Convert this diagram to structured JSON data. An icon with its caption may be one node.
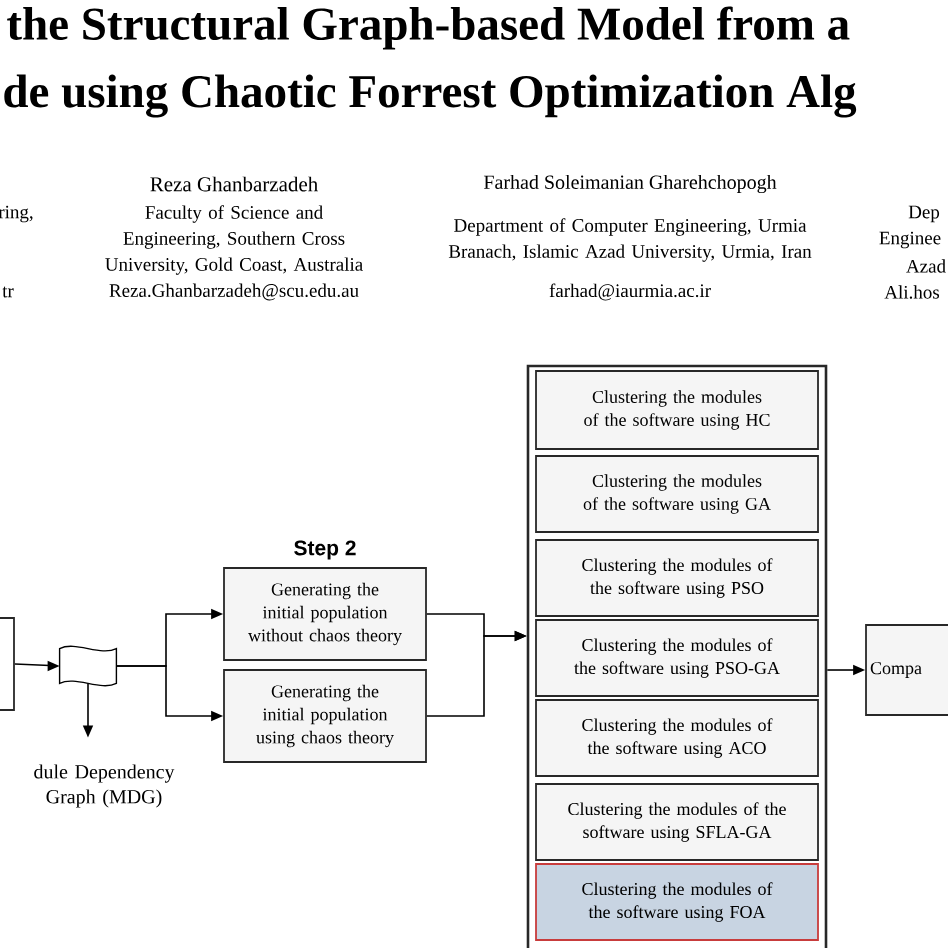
{
  "diagram": {
    "nodes": [
      {
        "text": [],
        "shape": "box"
      },
      {
        "text": [],
        "shape": "document",
        "beside": [
          "dule Dependency Graph (MDG)"
        ]
      },
      {
        "text": [
          "Step 2",
          "Generating the initial population without chaos theory"
        ]
      },
      {
        "text": [
          "Generating the initial population using chaos theory"
        ]
      },
      {
        "text": [],
        "shape": "box"
      },
      {
        "text": [
          "Clustering the modules of the software using HC"
        ],
        "in": 4
      },
      {
        "text": [
          "Clustering the modules of the software using GA"
        ],
        "in": 4
      },
      {
        "text": [
          "Clustering the modules of the software using PSO"
        ],
        "in": 4
      },
      {
        "text": [
          "Clustering the modules of the software using PSO-GA"
        ],
        "in": 4
      },
      {
        "text": [
          "Clustering the modules of the software using ACO"
        ],
        "in": 4
      },
      {
        "text": [
          "Clustering the modules of the software using SFLA-GA"
        ],
        "in": 4
      },
      {
        "text": [
          "Clustering the modules of the software using FOA"
        ],
        "in": 4
      },
      {
        "text": [
          "Compa"
        ]
      }
    ],
    "edges": [
      {
        "from": 0,
        "to": 1,
        "arrow": "to"
      },
      {
        "from": 1,
        "to": null,
        "arrow": "to"
      },
      {
        "from": 1,
        "to": 2,
        "arrow": "to"
      },
      {
        "from": 1,
        "to": 3,
        "arrow": "to"
      },
      {
        "from": 2,
        "to": 4,
        "arrow": "to"
      },
      {
        "from": 3,
        "to": 4,
        "arrow": "to"
      },
      {
        "from": 4,
        "to": 12,
        "arrow": "to"
      }
    ],
    "labels": [
      "the Structural Graph-based Model from a",
      "de using Chaotic Forrest Optimization Alg",
      "ring,",
      "tr",
      "Reza Ghanbarzadeh",
      "Faculty of Science and Engineering, Southern Cross University, Gold Coast, Australia",
      "Reza.Ghanbarzadeh@scu.edu.au",
      "Farhad Soleimanian Gharehchopogh",
      "Department of Computer Engineering, Urmia Branach, Islamic Azad University, Urmia, Iran",
      "farhad@iaurmia.ac.ir",
      "Dep",
      "Enginee",
      "Azad",
      "Ali.hos"
    ]
  }
}
